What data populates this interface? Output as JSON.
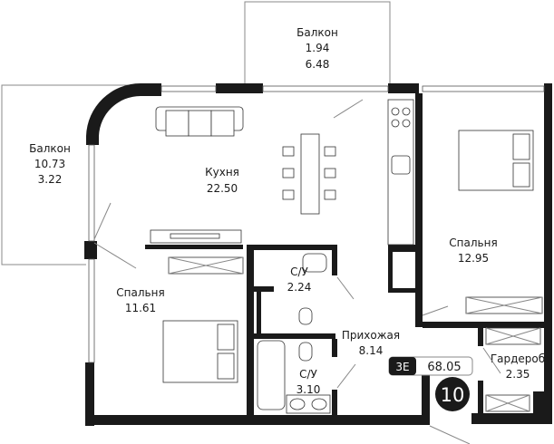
{
  "rooms": [
    {
      "name": "Балкон",
      "area": "1.94",
      "area2": "6.48"
    },
    {
      "name": "Балкон",
      "area": "10.73",
      "area2": "3.22"
    },
    {
      "name": "Кухня",
      "area": "22.50"
    },
    {
      "name": "Спальня",
      "area": "12.95"
    },
    {
      "name": "С/У",
      "area": "2.24"
    },
    {
      "name": "Спальня",
      "area": "11.61"
    },
    {
      "name": "Прихожая",
      "area": "8.14"
    },
    {
      "name": "С/У",
      "area": "3.10"
    },
    {
      "name": "Гардероб",
      "area": "2.35"
    }
  ],
  "badge": {
    "type": "3Е",
    "total_area": "68.05"
  },
  "apartment_number": "10",
  "colors": {
    "wall": "#1a1a1a",
    "background": "#ffffff"
  }
}
